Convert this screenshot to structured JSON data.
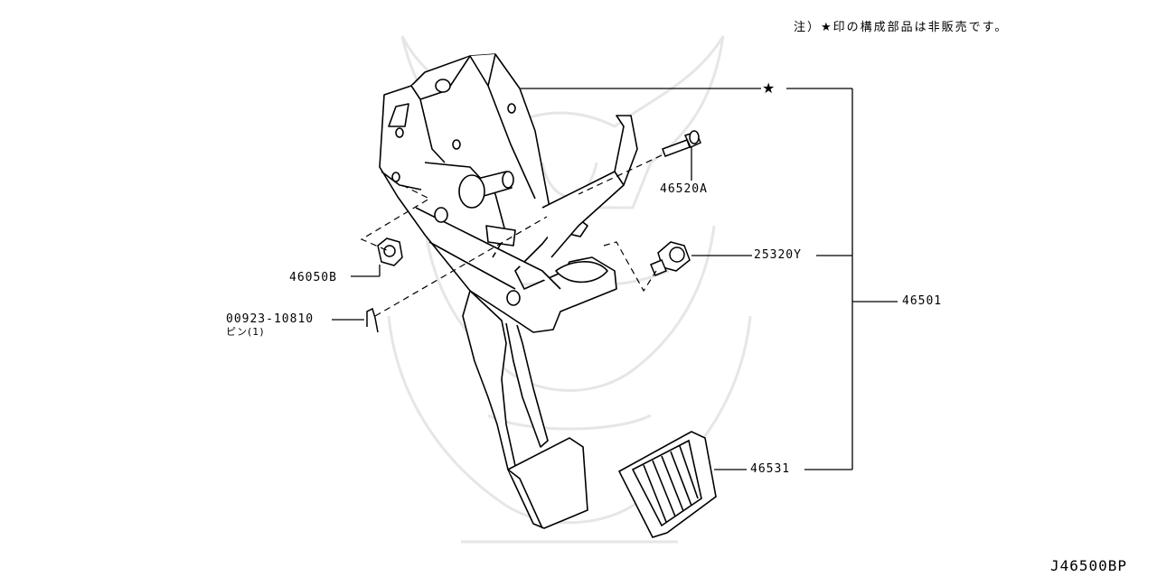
{
  "note": "注）★印の構成部品は非販売です。",
  "marker_symbol": "★",
  "callouts": {
    "bolt": "46520A",
    "nut": "46050B",
    "pin_part_no": "00923-10810",
    "pin_desc": "ピン(1)",
    "switch_clip": "25320Y",
    "pedal_assembly": "46501",
    "pedal_pad": "46531"
  },
  "diagram_code": "J46500BP",
  "colors": {
    "line": "#000000",
    "watermark": "#e9e9e9",
    "background": "#ffffff"
  }
}
